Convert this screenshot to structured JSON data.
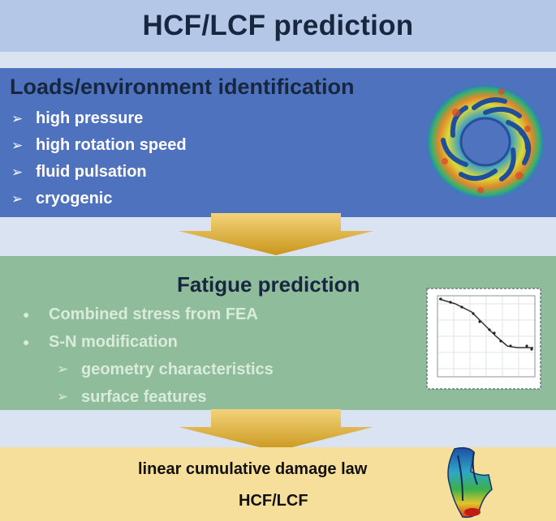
{
  "title": "HCF/LCF prediction",
  "loads": {
    "heading": "Loads/environment identification",
    "items": [
      "high pressure",
      "high rotation speed",
      "fluid pulsation",
      "cryogenic"
    ]
  },
  "fatigue": {
    "heading": "Fatigue prediction",
    "items": [
      "Combined stress from FEA",
      "S-N modification"
    ],
    "sub_items": [
      "geometry characteristics",
      "surface features"
    ]
  },
  "damage": {
    "line1": "linear cumulative damage law",
    "line2": "HCF/LCF"
  },
  "colors": {
    "title_band": "#b4c7e7",
    "loads_band": "#4e72bd",
    "fatigue_band": "#8fbc9a",
    "damage_band": "#f6df9a",
    "flow_arrow": "#d8a928"
  },
  "icons": [
    "impeller-contour-image",
    "s-n-curve-image",
    "blade-contour-image"
  ]
}
